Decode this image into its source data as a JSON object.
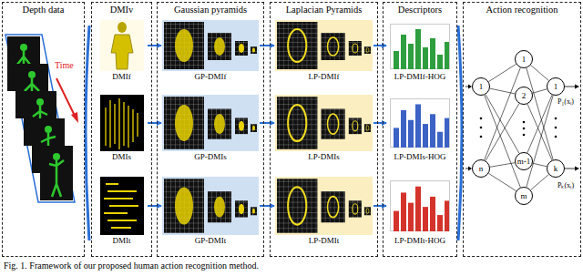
{
  "diagram": {
    "caption": "Fig. 1. Framework of our proposed human action recognition method.",
    "nodes": [
      {
        "text": [
          "Depth data"
        ]
      },
      {
        "text": [
          "DMIv"
        ]
      },
      {
        "text": [
          "DMIf"
        ],
        "in": 1
      },
      {
        "text": [
          "DMIs"
        ],
        "in": 1
      },
      {
        "text": [
          "DMIt"
        ],
        "in": 1
      },
      {
        "text": [
          "Gaussian pyramids"
        ]
      },
      {
        "text": [
          "GP-DMIf"
        ],
        "in": 5
      },
      {
        "text": [
          "GP-DMIs"
        ],
        "in": 5
      },
      {
        "text": [
          "GP-DMIt"
        ],
        "in": 5
      },
      {
        "text": [
          "Laplacian Pyramids"
        ]
      },
      {
        "text": [
          "LP-DMIf"
        ],
        "in": 9
      },
      {
        "text": [
          "LP-DMIs"
        ],
        "in": 9
      },
      {
        "text": [
          "LP-DMIt"
        ],
        "in": 9
      },
      {
        "text": [
          "Descriptors"
        ]
      },
      {
        "text": [
          "LP-DMIf-HOG"
        ],
        "in": 13
      },
      {
        "text": [
          "LP-DMIs-HOG"
        ],
        "in": 13
      },
      {
        "text": [
          "LP-DMIt-HOG"
        ],
        "in": 13
      },
      {
        "text": [
          "Action recognition"
        ]
      },
      {
        "text": [
          "1"
        ],
        "in": 17
      },
      {
        "text": [
          "n"
        ],
        "in": 17
      },
      {
        "text": [
          "1"
        ],
        "in": 17
      },
      {
        "text": [
          "2"
        ],
        "in": 17
      },
      {
        "text": [
          "m-1"
        ],
        "in": 17
      },
      {
        "text": [
          "m"
        ],
        "in": 17
      },
      {
        "text": [
          "1"
        ],
        "in": 17
      },
      {
        "text": [
          "k"
        ],
        "in": 17
      }
    ],
    "edges": [
      {
        "from": 2,
        "to": 6,
        "arrow": "to"
      },
      {
        "from": 6,
        "to": 10,
        "arrow": "to"
      },
      {
        "from": 10,
        "to": 14,
        "arrow": "to"
      },
      {
        "from": 3,
        "to": 7,
        "arrow": "to"
      },
      {
        "from": 7,
        "to": 11,
        "arrow": "to"
      },
      {
        "from": 11,
        "to": 15,
        "arrow": "to"
      },
      {
        "from": 4,
        "to": 8,
        "arrow": "to"
      },
      {
        "from": 8,
        "to": 12,
        "arrow": "to"
      },
      {
        "from": 12,
        "to": 16,
        "arrow": "to"
      },
      {
        "from": 18,
        "to": 20,
        "arrow": "none"
      },
      {
        "from": 18,
        "to": 21,
        "arrow": "none"
      },
      {
        "from": 18,
        "to": 22,
        "arrow": "none"
      },
      {
        "from": 18,
        "to": 23,
        "arrow": "none"
      },
      {
        "from": 19,
        "to": 20,
        "arrow": "none"
      },
      {
        "from": 19,
        "to": 21,
        "arrow": "none"
      },
      {
        "from": 19,
        "to": 22,
        "arrow": "none"
      },
      {
        "from": 19,
        "to": 23,
        "arrow": "none"
      },
      {
        "from": 20,
        "to": 24,
        "arrow": "none"
      },
      {
        "from": 21,
        "to": 24,
        "arrow": "none"
      },
      {
        "from": 22,
        "to": 24,
        "arrow": "none"
      },
      {
        "from": 23,
        "to": 24,
        "arrow": "none"
      },
      {
        "from": 20,
        "to": 25,
        "arrow": "none"
      },
      {
        "from": 21,
        "to": 25,
        "arrow": "none"
      },
      {
        "from": 22,
        "to": 25,
        "arrow": "none"
      },
      {
        "from": 23,
        "to": 25,
        "arrow": "none"
      }
    ],
    "labels": [
      "Time",
      "P₁(xᵢ)",
      "Pₖ(xᵢ)"
    ]
  }
}
